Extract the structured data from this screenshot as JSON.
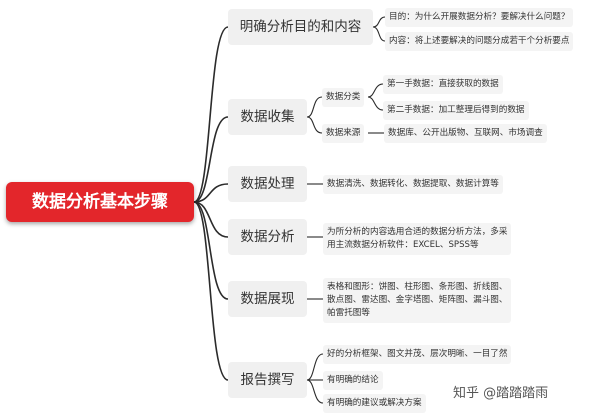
{
  "root": "数据分析基本步骤",
  "branches": [
    {
      "label": "明确分析目的和内容",
      "items": [
        "目的：为什么开展数据分析？要解决什么问题？",
        "内容：将上述要解决的问题分成若干个分析要点"
      ]
    },
    {
      "label": "数据收集",
      "groups": [
        {
          "label": "数据分类",
          "items": [
            "第一手数据：直接获取的数据",
            "第二手数据：加工整理后得到的数据"
          ]
        },
        {
          "label": "数据来源",
          "items": [
            "数据库、公开出版物、互联网、市场调查"
          ]
        }
      ]
    },
    {
      "label": "数据处理",
      "items": [
        "数据清洗、数据转化、数据提取、数据计算等"
      ]
    },
    {
      "label": "数据分析",
      "text_lines": [
        "为所分析的内容选用合适的数据分析方法，多采",
        "用主流数据分析软件：EXCEL、SPSS等"
      ]
    },
    {
      "label": "数据展现",
      "text_lines": [
        "表格和图形：饼图、柱形图、条形图、折线图、",
        "散点图、雷达图、金字塔图、矩阵图、漏斗图、",
        "帕雷托图等"
      ]
    },
    {
      "label": "报告撰写",
      "items": [
        "好的分析框架、图文并茂、层次明晰、一目了然",
        "有明确的结论",
        "有明确的建议或解决方案"
      ]
    }
  ],
  "watermark": "知乎 @踏踏踏雨",
  "colors": {
    "root": "#e3262b",
    "branch_bg": "#f0f0f0",
    "line": "#2b2b2b"
  }
}
